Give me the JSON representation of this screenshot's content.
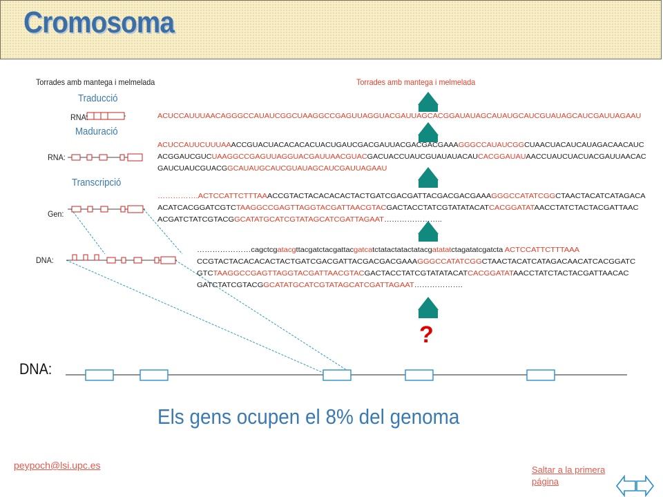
{
  "title": "Cromosoma",
  "captions": {
    "left": "Torrades amb mantega i melmelada",
    "right": "Torrades amb mantega i melmelada"
  },
  "stages": {
    "traduccio": "Traducció",
    "maduracio": "Maduració",
    "transcripcio": "Transcripció"
  },
  "labels": {
    "rna1": "RNA:",
    "rna2": "RNA:",
    "gen": "Gen:",
    "dna_small": "DNA:",
    "dna_main": "DNA:"
  },
  "sequences": {
    "mrna": [
      [
        [
          "r",
          "ACUCCAUUUAACAGGGCCAUAUCGGCUAAGGCCGAGUUAGGUACGAUUAGCACGGAUAUAGCAUAUGCAUCGUAUAGCAUCGAUUAGAAU"
        ]
      ]
    ],
    "pre_rna": [
      [
        [
          "r",
          "ACUCCAUUCUUUAA"
        ],
        [
          "k",
          "ACCGUACUACACACACUACUGAUCGACGAUUACGACGACGAAA"
        ],
        [
          "r",
          "GGGCCAUAUCGG"
        ],
        [
          "k",
          "CUAACUACAUCAUAGACAACAUC"
        ]
      ],
      [
        [
          "k",
          "ACGGAUCGUC"
        ],
        [
          "r",
          "UAAGGCCGAGUUAGGUACGAUUAACGUAC"
        ],
        [
          "k",
          "GACUACCUAUCGUAUAUACAU"
        ],
        [
          "r",
          "CACGGAUAU"
        ],
        [
          "k",
          "AACCUAUCUACUACGAUUAACAC"
        ]
      ],
      [
        [
          "k",
          "GAUCUAUCGUACG"
        ],
        [
          "r",
          "GCAUAUGCAUCGUAUAGCAUCGAUUAGAAU"
        ]
      ]
    ],
    "gene": [
      [
        [
          "r",
          "…………….ACTCCATTCTTTAA"
        ],
        [
          "k",
          "ACCGTACTACACACACTACTGATCGACGATTACGACGACGAAA"
        ],
        [
          "r",
          "GGGCCATATCGG"
        ],
        [
          "k",
          "CTAACTACATCATAGACA"
        ]
      ],
      [
        [
          "k",
          "ACATCACGGATCGTC"
        ],
        [
          "r",
          "TAAGGCCGAGTTAGGTACGATTAACGTAC"
        ],
        [
          "k",
          "GACTACCTATCGTATATACAT"
        ],
        [
          "r",
          "CACGGATAT"
        ],
        [
          "k",
          "AACCTATCTACTACGATTAAC"
        ]
      ],
      [
        [
          "k",
          "ACGATCTATCGTACG"
        ],
        [
          "r",
          "GCATATGCATCGTATAGCATCGATTAGAAT"
        ],
        [
          "k",
          "………………….."
        ]
      ]
    ],
    "dna": [
      [
        [
          "k",
          "…………………cagctcg"
        ],
        [
          "r",
          "atacg"
        ],
        [
          "k",
          "ttacgatctacgattac"
        ],
        [
          "r",
          "gatca"
        ],
        [
          "k",
          "tctatactatactatacg"
        ],
        [
          "r",
          "atatat"
        ],
        [
          "k",
          "ctagatatcgatcta "
        ],
        [
          "r",
          "ACTCCATTCTTTAAA"
        ]
      ],
      [
        [
          "k",
          "CCGTACTACACACACTACTGATCGACGATTACGACGACGAAA"
        ],
        [
          "r",
          "GGGCCATATCGG"
        ],
        [
          "k",
          "CTAACTACATCATAGACAACATCACGGATC"
        ]
      ],
      [
        [
          "k",
          "GTC"
        ],
        [
          "r",
          "TAAGGCCGAGTTAGGTACGATTAACGTAC"
        ],
        [
          "k",
          "GACTACCTATCGTATATACAT"
        ],
        [
          "r",
          "CACGGATAT"
        ],
        [
          "k",
          "AACCTATCTACTACGATTAACAC"
        ]
      ],
      [
        [
          "k",
          "GATCTATCGTACG"
        ],
        [
          "r",
          "GCATATGCATCGTATAGCATCGATTAGAAT"
        ],
        [
          "k",
          "………………."
        ]
      ]
    ]
  },
  "question_mark": "?",
  "headline": "Els gens ocupen el 8% del genoma",
  "footer": {
    "email": "peypoch@lsi.upc.es",
    "jump_link": "Saltar a la primera página"
  },
  "colors": {
    "title": "#3a6ea5",
    "stage_text": "#3a7ab0",
    "highlight": "#e0402a",
    "arrow": "#12897f",
    "question": "#e00000",
    "exon": "#cc2020",
    "gene_box": "#2a8ec8",
    "link": "#e8584a"
  },
  "icons": [
    "up-arrow-icon",
    "nav-left-arrow-icon",
    "nav-right-arrow-icon"
  ]
}
